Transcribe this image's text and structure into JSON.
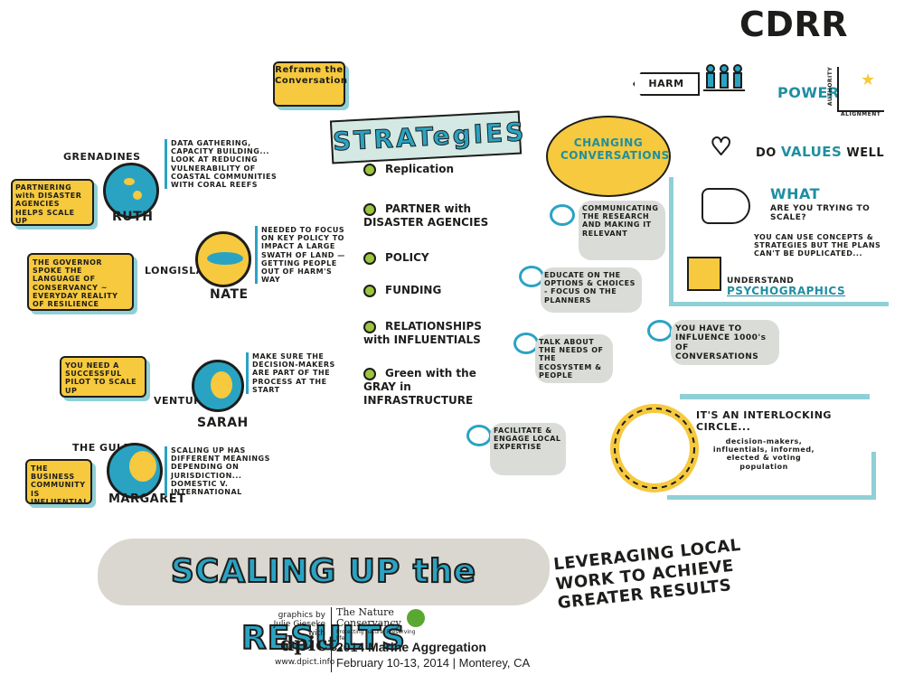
{
  "header": {
    "title": "CDRR"
  },
  "reframe": "Reframe the Conversation",
  "strategies": {
    "title": "STRATegIES",
    "items": [
      "Replication",
      "PARTNER with DISASTER AGENCIES",
      "POLICY",
      "FUNDING",
      "RELATIONSHIPS with INFLUENTIALS",
      "Green with the GRAY in INFRASTRUCTURE"
    ]
  },
  "cases": [
    {
      "region": "GRENADINES",
      "name": "RUTH",
      "note": "DATA GATHERING, CAPACITY BUILDING... LOOK AT REDUCING VULNERABILITY OF COASTAL COMMUNITIES WITH CORAL REEFS",
      "callout": "PARTNERING with DISASTER AGENCIES HELPS SCALE UP"
    },
    {
      "region": "LONGISLAND",
      "name": "NATE",
      "note": "NEEDED TO FOCUS ON KEY POLICY TO IMPACT A LARGE SWATH OF LAND — GETTING PEOPLE OUT OF HARM'S WAY",
      "callout": "THE GOVERNOR SPOKE THE LANGUAGE OF CONSERVANCY ~ EVERYDAY REALITY OF RESILIENCE"
    },
    {
      "region": "VENTURA",
      "name": "SARAH",
      "note": "MAKE SURE THE DECISION-MAKERS ARE PART OF THE PROCESS AT THE START",
      "callout": "YOU NEED A SUCCESSFUL PILOT TO SCALE UP"
    },
    {
      "region": "THE GULF",
      "name": "MARGARET",
      "note": "SCALING UP HAS DIFFERENT MEANINGS DEPENDING ON JURISDICTION... DOMESTIC V. INTERNATIONAL",
      "callout": "THE BUSINESS COMMUNITY IS INFLUENTIAL"
    }
  ],
  "changing": {
    "title": "CHANGING CONVERSATIONS",
    "items": [
      "COMMUNICATING THE RESEARCH AND MAKING IT RELEVANT",
      "EDUCATE ON THE OPTIONS & CHOICES - FOCUS ON THE PLANNERS",
      "TALK ABOUT THE NEEDS OF THE ECOSYSTEM & PEOPLE",
      "FACILITATE & ENGAGE LOCAL EXPERTISE"
    ]
  },
  "right": {
    "harm": "HARM",
    "power": "POWER",
    "authority": "AUTHORITY",
    "alignment": "ALIGNMENT",
    "values_pre": "DO",
    "values_word": "VALUES",
    "values_post": "WELL",
    "what": "WHAT",
    "what_q": "ARE YOU TRYING TO SCALE?",
    "what_note": "YOU CAN USE CONCEPTS & STRATEGIES BUT THE PLANS CAN'T BE DUPLICATED...",
    "understand": "UNDERSTAND",
    "psycho": "PSYCHOGRAPHICS",
    "influence": "YOU HAVE TO INFLUENCE 1000's OF CONVERSATIONS",
    "circle_title": "IT'S AN INTERLOCKING CIRCLE...",
    "circle_note": "decision-makers, influentials, informed, elected & voting population"
  },
  "banner": {
    "title": "SCALING UP the RESULTS",
    "subtitle": "LEVERAGING LOCAL WORK to ACHIEVE GREATER RESULTS"
  },
  "footer": {
    "credit": "graphics by Julie Gieseke with",
    "dpict": "dpict.",
    "url": "www.dpict.info",
    "tnc": "The Nature Conservancy",
    "tagline": "Protecting nature. Preserving life.",
    "event": "2014 Marine Aggregation",
    "dates": "February 10-13, 2014 | Monterey, CA"
  }
}
